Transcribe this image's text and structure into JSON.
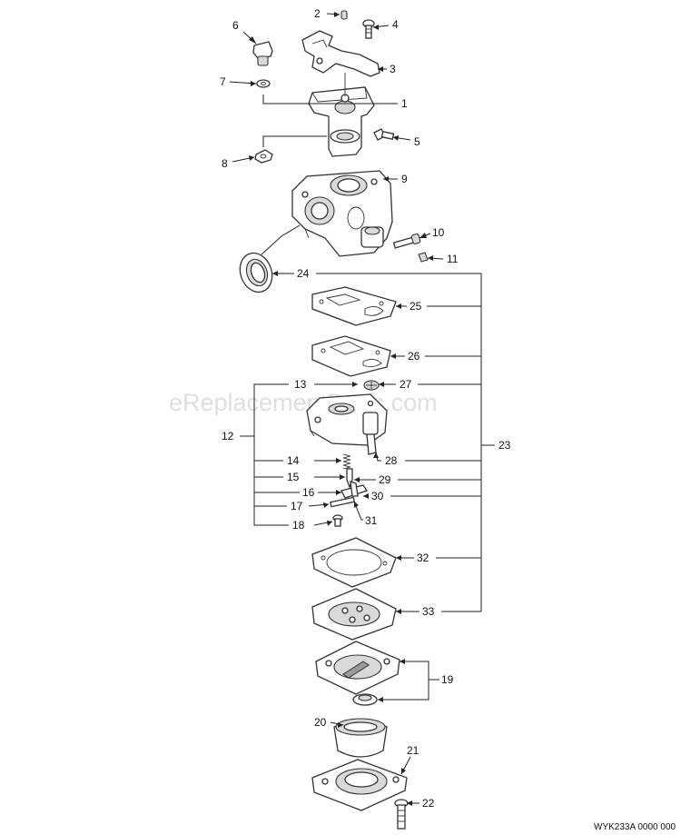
{
  "watermark": "eReplacementParts.com",
  "drawing_code": "WYK233A 0000 000",
  "callouts": {
    "c1": "1",
    "c2": "2",
    "c3": "3",
    "c4": "4",
    "c5": "5",
    "c6": "6",
    "c7": "7",
    "c8": "8",
    "c9": "9",
    "c10": "10",
    "c11": "11",
    "c12": "12",
    "c13": "13",
    "c14": "14",
    "c15": "15",
    "c16": "16",
    "c17": "17",
    "c18": "18",
    "c19": "19",
    "c20": "20",
    "c21": "21",
    "c22": "22",
    "c23": "23",
    "c24": "24",
    "c25": "25",
    "c26": "26",
    "c27": "27",
    "c28": "28",
    "c29": "29",
    "c30": "30",
    "c31": "31",
    "c32": "32",
    "c33": "33"
  },
  "colors": {
    "line": "#333333",
    "shade": "#d9d9d9",
    "background": "#ffffff"
  }
}
